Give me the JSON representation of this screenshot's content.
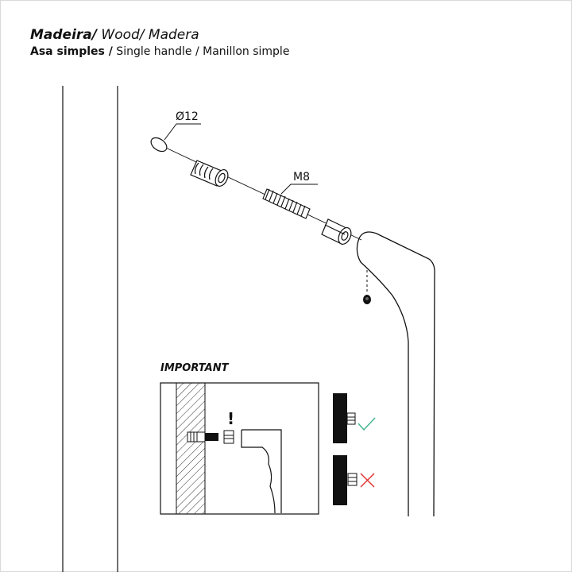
{
  "header": {
    "material_pt": "Madeira/",
    "material_rest": " Wood/ Madera",
    "product_pt": "Asa  simples /",
    "product_rest": " Single handle / Manillon simple"
  },
  "labels": {
    "hole_diameter": "Ø12",
    "screw_size": "M8",
    "important": "IMPORTANT",
    "exclamation": "!"
  },
  "status_colors": {
    "correct": "#3cb38a",
    "wrong": "#e03030"
  }
}
